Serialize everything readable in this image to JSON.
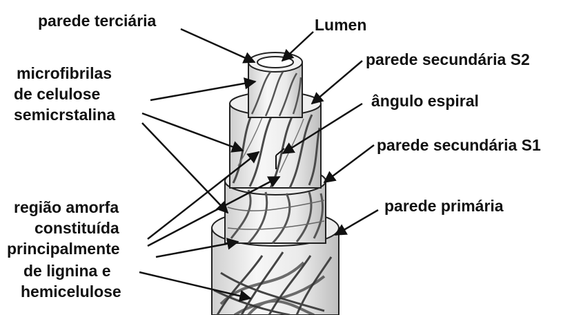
{
  "diagram": {
    "labels": {
      "parede_terciaria": "parede terciária",
      "lumen": "Lumen",
      "microfibrilas_line1": "microfibrilas",
      "microfibrilas_line2": "de celulose",
      "microfibrilas_line3": "semicrstalina",
      "parede_secundaria_s2": "parede secundária S2",
      "angulo_espiral": "ângulo espiral",
      "parede_secundaria_s1": "parede secundária S1",
      "parede_primaria": "parede primária",
      "regiao_line1": "região amorfa",
      "regiao_line2": "constituída",
      "regiao_line3": "principalmente",
      "regiao_line4": "de lignina e",
      "regiao_line5": "hemicelulose"
    },
    "colors": {
      "ink": "#111111",
      "fiber": "#555555",
      "wall_fill": "#f4f4f4",
      "wall_shade": "#d9d9d9"
    }
  }
}
